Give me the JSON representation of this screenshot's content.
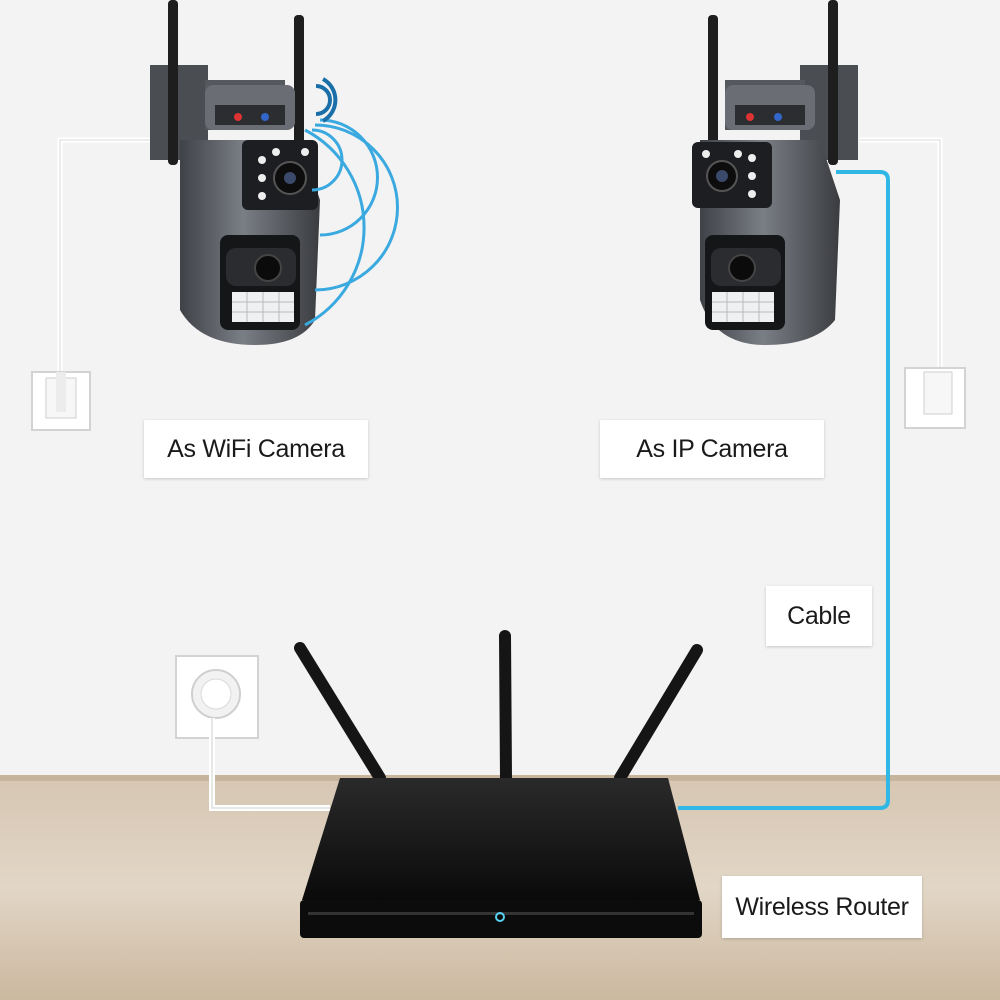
{
  "labels": {
    "wifi_camera": "As WiFi Camera",
    "ip_camera": "As IP Camera",
    "cable": "Cable",
    "router": "Wireless Router"
  },
  "colors": {
    "background": "#f4f4f4",
    "floor": "#d9c8b4",
    "cable_blue": "#2fb8e6",
    "wifi_signal": "#3aa9e0",
    "camera_body": "#5a5d63",
    "router_body": "#141414"
  },
  "icons": [
    "wifi-signal-icon",
    "power-outlet-icon",
    "camera-icon",
    "router-icon"
  ]
}
